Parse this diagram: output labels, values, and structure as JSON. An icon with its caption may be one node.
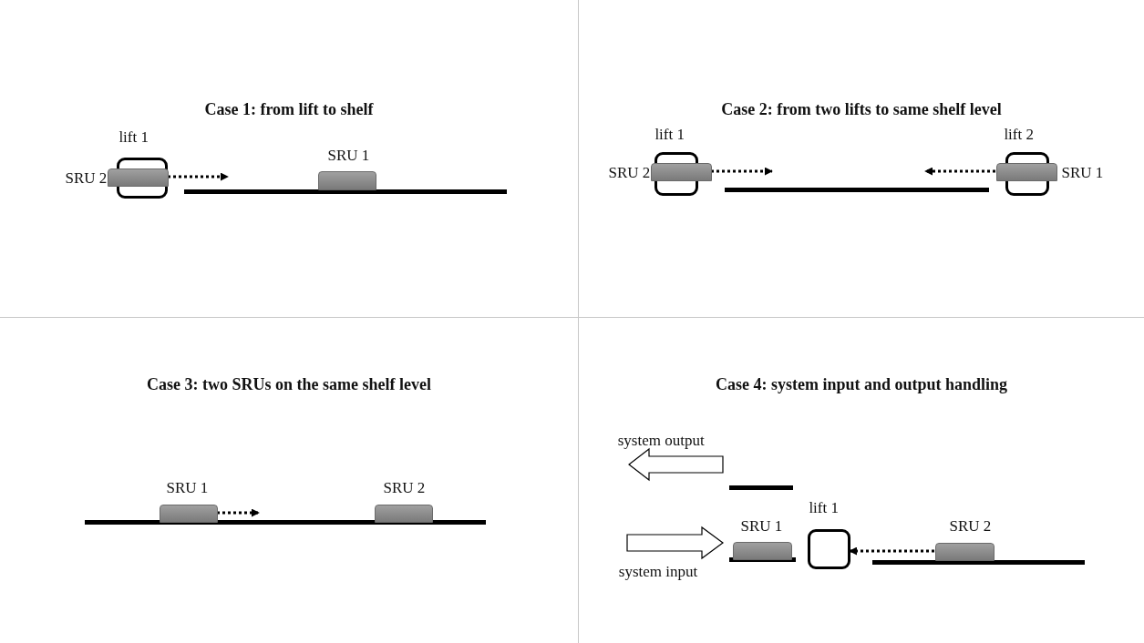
{
  "diagram": {
    "nodes": [
      {
        "text": [
          "Case 1: from lift to shelf"
        ]
      },
      {
        "text": [
          "lift 1"
        ],
        "in": 0
      },
      {
        "text": [
          "SRU 2"
        ],
        "in": 0
      },
      {
        "text": [
          "SRU 1"
        ],
        "in": 0
      },
      {
        "text": [
          "Case 2: from two lifts to same shelf level"
        ]
      },
      {
        "text": [
          "lift 1"
        ],
        "in": 4
      },
      {
        "text": [
          "SRU 2"
        ],
        "in": 4
      },
      {
        "text": [
          "lift 2"
        ],
        "in": 4
      },
      {
        "text": [
          "SRU 1"
        ],
        "in": 4
      },
      {
        "text": [
          "Case 3: two SRUs on the same shelf level"
        ]
      },
      {
        "text": [
          "SRU 1"
        ],
        "in": 9
      },
      {
        "text": [
          "SRU 2"
        ],
        "in": 9
      },
      {
        "text": [
          "Case 4: system input and output handling"
        ]
      },
      {
        "text": [
          "SRU 1"
        ],
        "in": 12
      },
      {
        "text": [
          "lift 1"
        ],
        "in": 12
      },
      {
        "text": [
          "SRU 2"
        ],
        "in": 12
      }
    ],
    "edges": [
      {
        "from": 2,
        "to": null,
        "arrow": "to",
        "style": "dashed"
      },
      {
        "from": 6,
        "to": null,
        "arrow": "to",
        "style": "dashed"
      },
      {
        "from": 8,
        "to": null,
        "arrow": "to",
        "style": "dashed"
      },
      {
        "from": 10,
        "to": null,
        "arrow": "to",
        "style": "dashed"
      },
      {
        "from": 15,
        "to": 14,
        "arrow": "to",
        "style": "dashed"
      }
    ],
    "labels": [
      "system output",
      "system input"
    ]
  }
}
